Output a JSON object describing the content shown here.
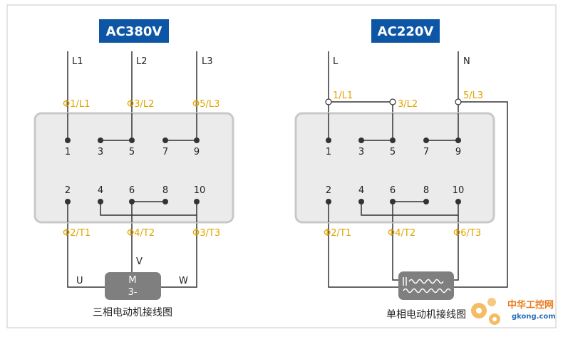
{
  "three_phase": {
    "title": "AC380V",
    "lines": [
      "L1",
      "L2",
      "L3"
    ],
    "top_terminals": [
      "Φ1/L1",
      "Φ3/L2",
      "Φ5/L3"
    ],
    "top_pins": [
      "1",
      "3",
      "5",
      "7",
      "9"
    ],
    "bottom_pins": [
      "2",
      "4",
      "6",
      "8",
      "10"
    ],
    "bottom_terminals": [
      "Φ2/T1",
      "Φ4/T2",
      "Φ3/T3"
    ],
    "motor": {
      "line1": "M",
      "line2": "3-"
    },
    "phases": {
      "u": "U",
      "v": "V",
      "w": "W"
    },
    "caption": "三相电动机接线图"
  },
  "single_phase": {
    "title": "AC220V",
    "lines": [
      "L",
      "N"
    ],
    "top_terminals": [
      "1/L1",
      "3/L2",
      "5/L3"
    ],
    "top_pins": [
      "1",
      "3",
      "5",
      "7",
      "9"
    ],
    "bottom_pins": [
      "2",
      "4",
      "6",
      "8",
      "10"
    ],
    "bottom_terminals": [
      "Φ2/T1",
      "Φ4/T2",
      "Φ6/T3"
    ],
    "caption": "单相电动机接线图"
  },
  "watermark": {
    "brand": "中华工控网",
    "url": "gkong.com"
  },
  "colors": {
    "title_bg": "#0d56a6",
    "terminal_text": "#e0a400",
    "panel_fill": "#ebebeb",
    "panel_stroke": "#c8c8c8",
    "motor_fill": "#7f7f7f"
  }
}
